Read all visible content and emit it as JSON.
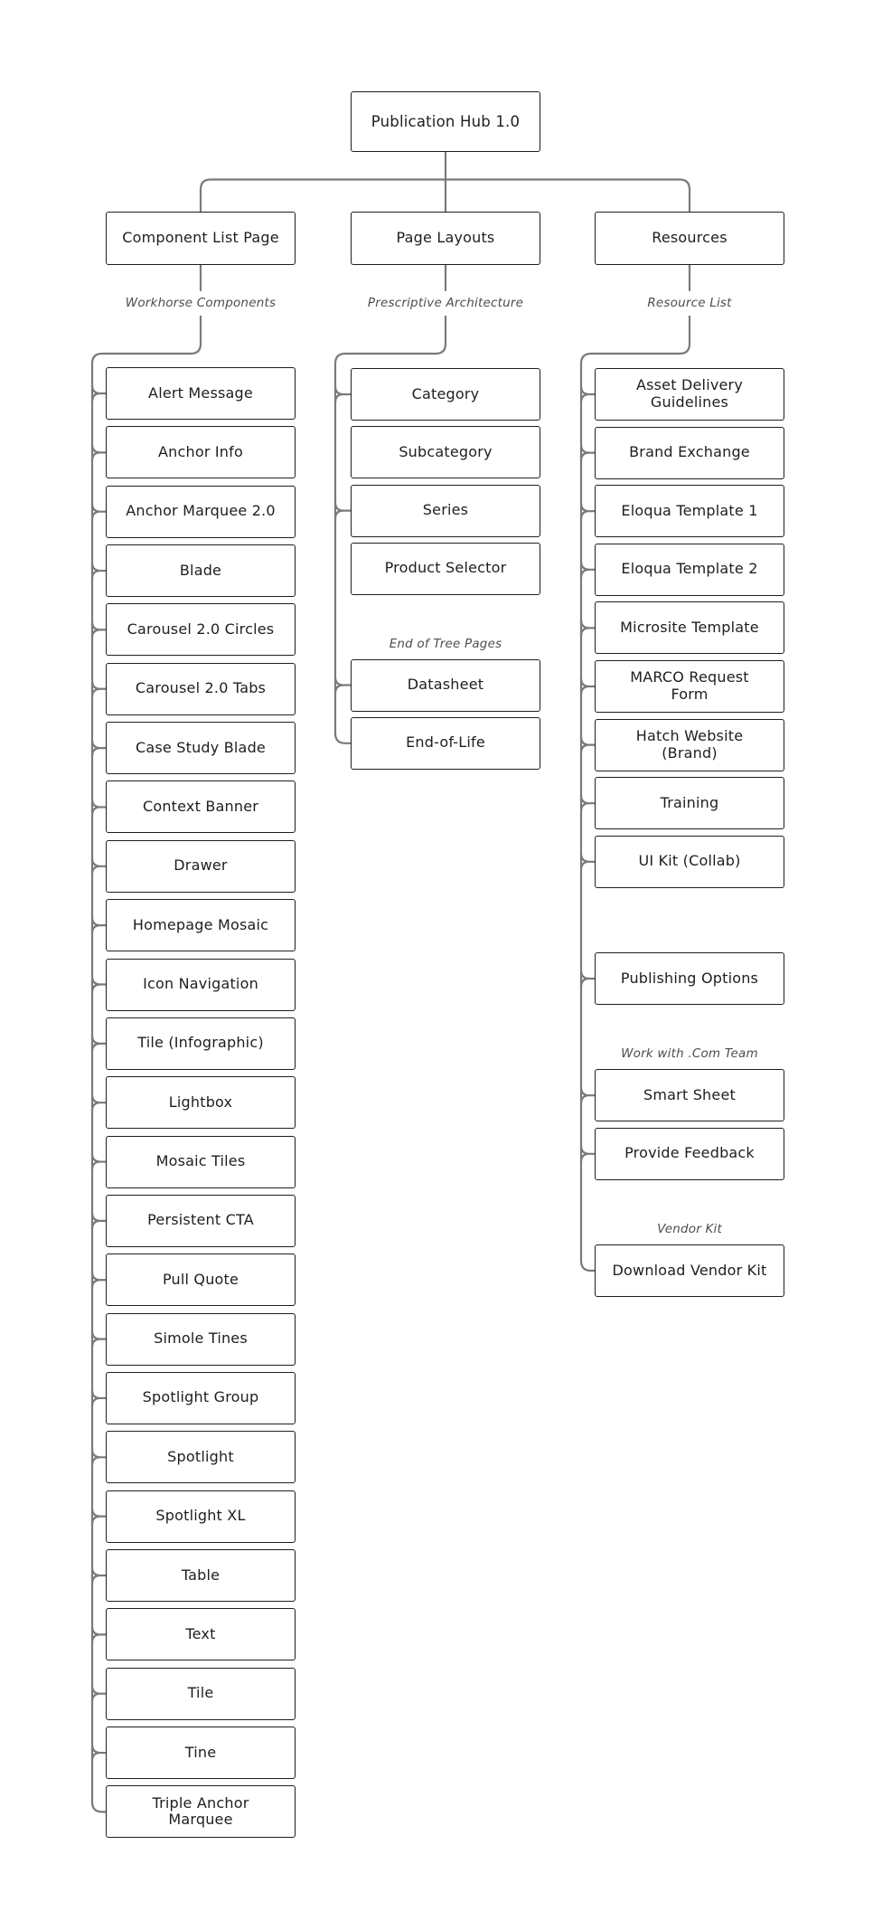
{
  "diagram": {
    "root_label": "Publication Hub 1.0",
    "columns": [
      {
        "header": "Component List Page",
        "sublabel": "Workhorse Components",
        "entries": [
          {
            "type": "box",
            "label": "Alert Message"
          },
          {
            "type": "box",
            "label": "Anchor Info"
          },
          {
            "type": "box",
            "label": "Anchor Marquee 2.0"
          },
          {
            "type": "box",
            "label": "Blade"
          },
          {
            "type": "box",
            "label": "Carousel 2.0 Circles"
          },
          {
            "type": "box",
            "label": "Carousel 2.0 Tabs"
          },
          {
            "type": "box",
            "label": "Case Study Blade"
          },
          {
            "type": "box",
            "label": "Context Banner"
          },
          {
            "type": "box",
            "label": "Drawer"
          },
          {
            "type": "box",
            "label": "Homepage Mosaic"
          },
          {
            "type": "box",
            "label": "Icon Navigation"
          },
          {
            "type": "box",
            "label": "Tile (Infographic)"
          },
          {
            "type": "box",
            "label": "Lightbox"
          },
          {
            "type": "box",
            "label": "Mosaic Tiles"
          },
          {
            "type": "box",
            "label": "Persistent CTA"
          },
          {
            "type": "box",
            "label": "Pull Quote"
          },
          {
            "type": "box",
            "label": "Simole Tines"
          },
          {
            "type": "box",
            "label": "Spotlight Group"
          },
          {
            "type": "box",
            "label": "Spotlight"
          },
          {
            "type": "box",
            "label": "Spotlight XL"
          },
          {
            "type": "box",
            "label": "Table"
          },
          {
            "type": "box",
            "label": "Text"
          },
          {
            "type": "box",
            "label": "Tile"
          },
          {
            "type": "box",
            "label": "Tine"
          },
          {
            "type": "box",
            "label": "Triple Anchor\nMarquee"
          }
        ]
      },
      {
        "header": "Page Layouts",
        "sublabel": "Prescriptive Architecture",
        "entries": [
          {
            "type": "box",
            "label": "Category"
          },
          {
            "type": "box",
            "label": "Subcategory",
            "connected": false
          },
          {
            "type": "box",
            "label": "Series"
          },
          {
            "type": "box",
            "label": "Product Selector",
            "connected": false
          },
          {
            "type": "label",
            "text": "End of Tree Pages"
          },
          {
            "type": "box",
            "label": "Datasheet"
          },
          {
            "type": "box",
            "label": "End-of-Life"
          }
        ]
      },
      {
        "header": "Resources",
        "sublabel": "Resource List",
        "entries": [
          {
            "type": "box",
            "label": "Asset Delivery\nGuidelines"
          },
          {
            "type": "box",
            "label": "Brand Exchange"
          },
          {
            "type": "box",
            "label": "Eloqua Template 1"
          },
          {
            "type": "box",
            "label": "Eloqua Template 2"
          },
          {
            "type": "box",
            "label": "Microsite Template"
          },
          {
            "type": "box",
            "label": "MARCO Request\nForm"
          },
          {
            "type": "box",
            "label": "Hatch Website\n(Brand)"
          },
          {
            "type": "box",
            "label": "Training"
          },
          {
            "type": "box",
            "label": "UI Kit (Collab)"
          },
          {
            "type": "gap"
          },
          {
            "type": "box",
            "label": "Publishing Options"
          },
          {
            "type": "label",
            "text": "Work with .Com Team"
          },
          {
            "type": "box",
            "label": "Smart Sheet"
          },
          {
            "type": "box",
            "label": "Provide Feedback"
          },
          {
            "type": "label",
            "text": "Vendor Kit"
          },
          {
            "type": "box",
            "label": "Download Vendor Kit"
          }
        ]
      }
    ],
    "colors": {
      "background": "#ffffff",
      "box_border": "#1e1e1e",
      "box_text": "#1e1e1e",
      "connector": "#7a7a7a",
      "label_text": "#4d4d4d"
    }
  }
}
